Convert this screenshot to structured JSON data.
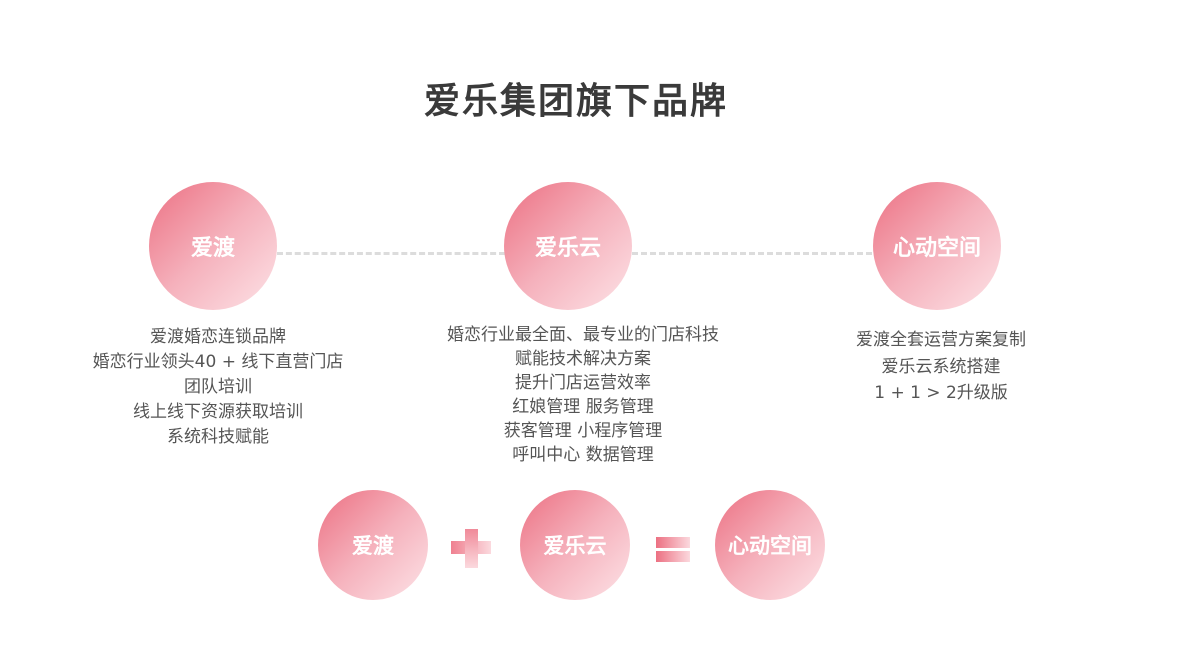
{
  "title": "爱乐集团旗下品牌",
  "brands": [
    {
      "name": "爱渡",
      "lines": [
        "爱渡婚恋连锁品牌",
        "婚恋行业领头40 + 线下直营门店",
        "团队培训",
        "线上线下资源获取培训",
        "系统科技赋能"
      ]
    },
    {
      "name": "爱乐云",
      "lines": [
        "婚恋行业最全面、最专业的门店科技",
        "赋能技术解决方案",
        "提升门店运营效率",
        "红娘管理 服务管理",
        "获客管理 小程序管理",
        "呼叫中心 数据管理"
      ]
    },
    {
      "name": "心动空间",
      "lines": [
        "爱渡全套运营方案复制",
        "爱乐云系统搭建",
        "1 + 1 > 2升级版"
      ]
    }
  ],
  "equation": {
    "left": "爱渡",
    "middle": "爱乐云",
    "result": "心动空间",
    "plus_icon": "plus-icon",
    "equals_icon": "equals-icon"
  },
  "colors": {
    "gradient_start": "#ec7082",
    "gradient_end": "#fde3e7",
    "title": "#3a3a3a",
    "text": "#555555"
  }
}
